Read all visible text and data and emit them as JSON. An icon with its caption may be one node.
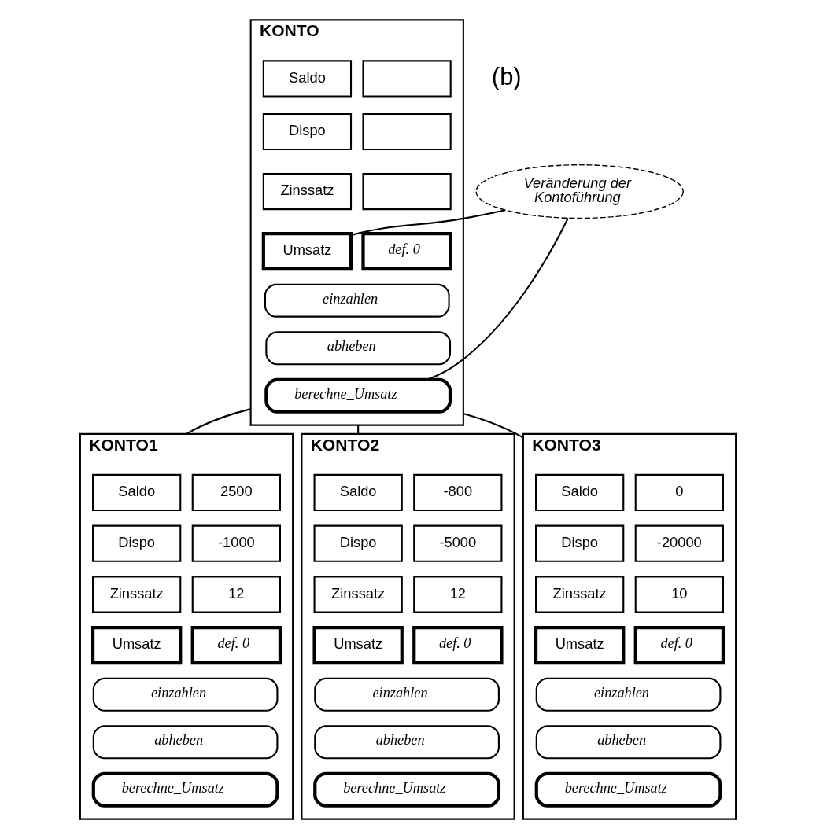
{
  "diagram": {
    "nodes": [
      {
        "text": [
          "KONTO"
        ]
      },
      {
        "text": [
          "Saldo"
        ],
        "in": 0
      },
      {
        "text": [],
        "shape": "box",
        "in": 0
      },
      {
        "text": [
          "Dispo"
        ],
        "in": 0
      },
      {
        "text": [],
        "shape": "box",
        "in": 0
      },
      {
        "text": [
          "Zinssatz"
        ],
        "in": 0
      },
      {
        "text": [],
        "shape": "box",
        "in": 0
      },
      {
        "text": [
          "Umsatz"
        ],
        "in": 0
      },
      {
        "text": [
          "def. 0"
        ],
        "in": 0
      },
      {
        "text": [
          "einzahlen"
        ],
        "in": 0
      },
      {
        "text": [
          "abheben"
        ],
        "in": 0
      },
      {
        "text": [
          "berechne_Umsatz"
        ],
        "in": 0
      },
      {
        "text": [
          "Veränderung der Kontoführung"
        ]
      },
      {
        "text": [
          "KONTO1"
        ]
      },
      {
        "text": [
          "Saldo"
        ],
        "in": 13
      },
      {
        "text": [
          "2500"
        ],
        "in": 13
      },
      {
        "text": [
          "Dispo"
        ],
        "in": 13
      },
      {
        "text": [
          "-1000"
        ],
        "in": 13
      },
      {
        "text": [
          "Zinssatz"
        ],
        "in": 13
      },
      {
        "text": [
          "12"
        ],
        "in": 13
      },
      {
        "text": [
          "Umsatz"
        ],
        "in": 13
      },
      {
        "text": [
          "def. 0"
        ],
        "in": 13
      },
      {
        "text": [
          "einzahlen"
        ],
        "in": 13
      },
      {
        "text": [
          "abheben"
        ],
        "in": 13
      },
      {
        "text": [
          "berechne_Umsatz"
        ],
        "in": 13
      },
      {
        "text": [
          "KONTO2"
        ]
      },
      {
        "text": [
          "Saldo"
        ],
        "in": 25
      },
      {
        "text": [
          "-800"
        ],
        "in": 25
      },
      {
        "text": [
          "Dispo"
        ],
        "in": 25
      },
      {
        "text": [
          "-5000"
        ],
        "in": 25
      },
      {
        "text": [
          "Zinssatz"
        ],
        "in": 25
      },
      {
        "text": [
          "12"
        ],
        "in": 25
      },
      {
        "text": [
          "Umsatz"
        ],
        "in": 25
      },
      {
        "text": [
          "def. 0"
        ],
        "in": 25
      },
      {
        "text": [
          "einzahlen"
        ],
        "in": 25
      },
      {
        "text": [
          "abheben"
        ],
        "in": 25
      },
      {
        "text": [
          "berechne_Umsatz"
        ],
        "in": 25
      },
      {
        "text": [
          "KONTO3"
        ]
      },
      {
        "text": [
          "Saldo"
        ],
        "in": 37
      },
      {
        "text": [
          "0"
        ],
        "in": 37
      },
      {
        "text": [
          "Dispo"
        ],
        "in": 37
      },
      {
        "text": [
          "-20000"
        ],
        "in": 37
      },
      {
        "text": [
          "Zinssatz"
        ],
        "in": 37
      },
      {
        "text": [
          "10"
        ],
        "in": 37
      },
      {
        "text": [
          "Umsatz"
        ],
        "in": 37
      },
      {
        "text": [
          "def. 0"
        ],
        "in": 37
      },
      {
        "text": [
          "einzahlen"
        ],
        "in": 37
      },
      {
        "text": [
          "abheben"
        ],
        "in": 37
      },
      {
        "text": [
          "berechne_Umsatz"
        ],
        "in": 37
      }
    ],
    "edges": [
      {
        "from": 12,
        "to": 7,
        "arrow": "none"
      },
      {
        "from": 12,
        "to": 11,
        "arrow": "none"
      },
      {
        "from": 0,
        "to": 13,
        "arrow": "none"
      },
      {
        "from": 0,
        "to": 25,
        "arrow": "none"
      },
      {
        "from": 0,
        "to": 37,
        "arrow": "none"
      }
    ],
    "labels": [
      "(b)"
    ]
  }
}
